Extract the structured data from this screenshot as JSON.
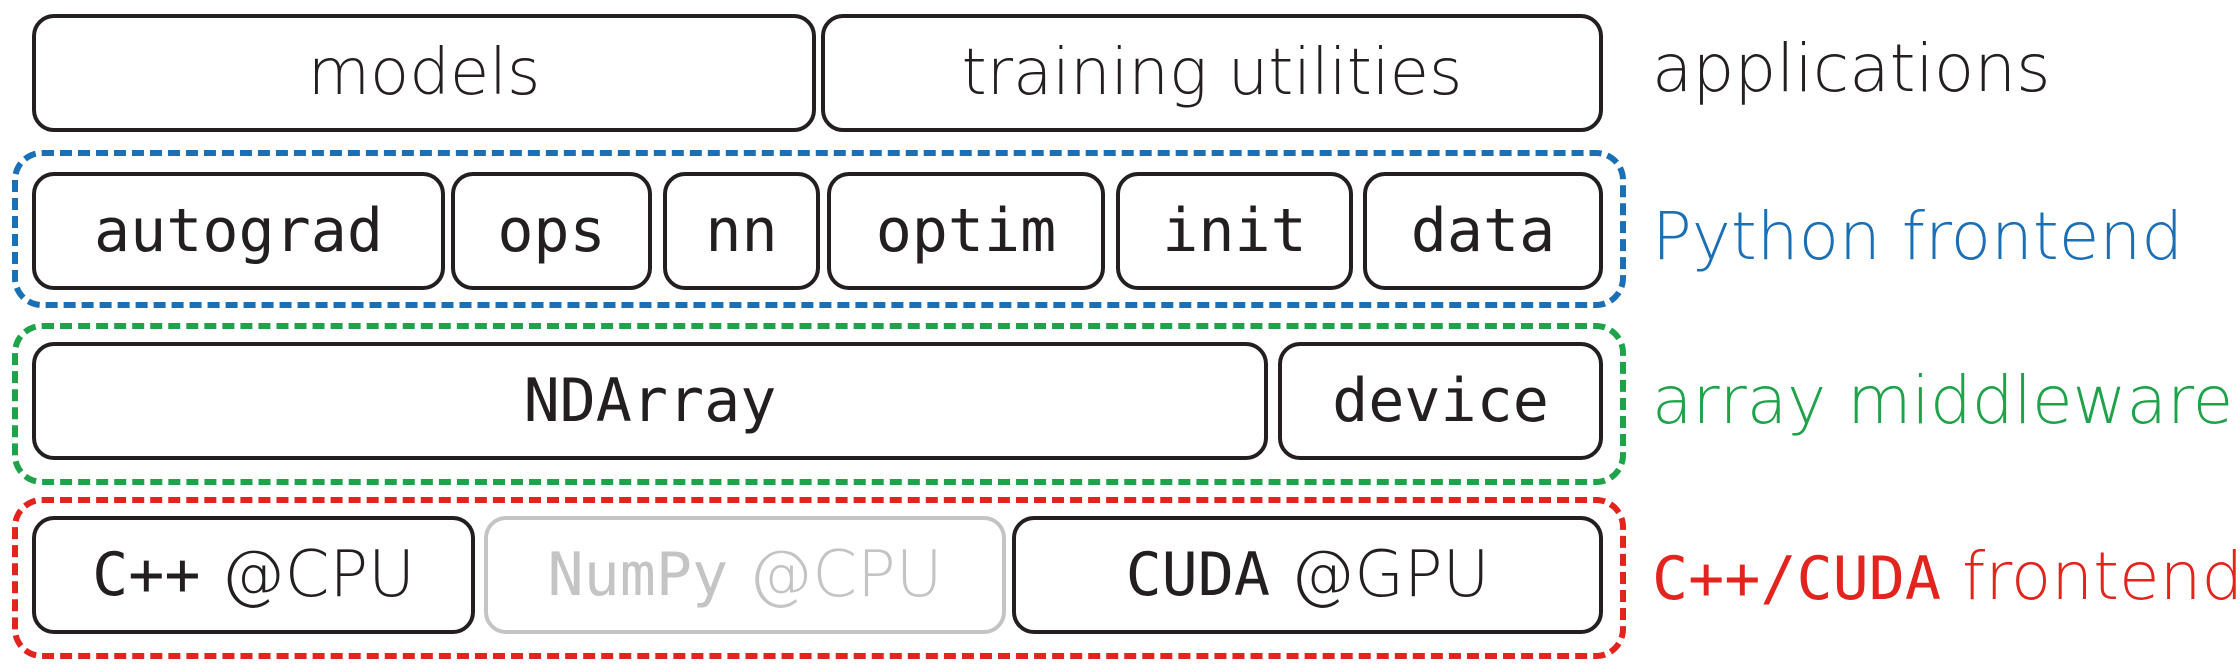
{
  "colors": {
    "python_frontend": "#1b6fb5",
    "array_middleware": "#1fa34a",
    "cpp_cuda_frontend": "#e3231d",
    "box_border": "#231f20",
    "muted": "#c4c4c4"
  },
  "applications": {
    "boxes": [
      "models",
      "training utilities"
    ],
    "label": "applications"
  },
  "python_frontend": {
    "boxes": [
      "autograd",
      "ops",
      "nn",
      "optim",
      "init",
      "data"
    ],
    "label": "Python frontend"
  },
  "array_middleware": {
    "boxes": [
      "NDArray",
      "device"
    ],
    "label": "array middleware"
  },
  "cpp_cuda_frontend": {
    "boxes": [
      {
        "mono": "C++",
        "sans": " @CPU",
        "muted": false
      },
      {
        "mono": "NumPy",
        "sans": " @CPU",
        "muted": true
      },
      {
        "mono": "CUDA",
        "sans": " @GPU",
        "muted": false
      }
    ],
    "label_mono": "C++/CUDA",
    "label_sans": " frontend"
  }
}
